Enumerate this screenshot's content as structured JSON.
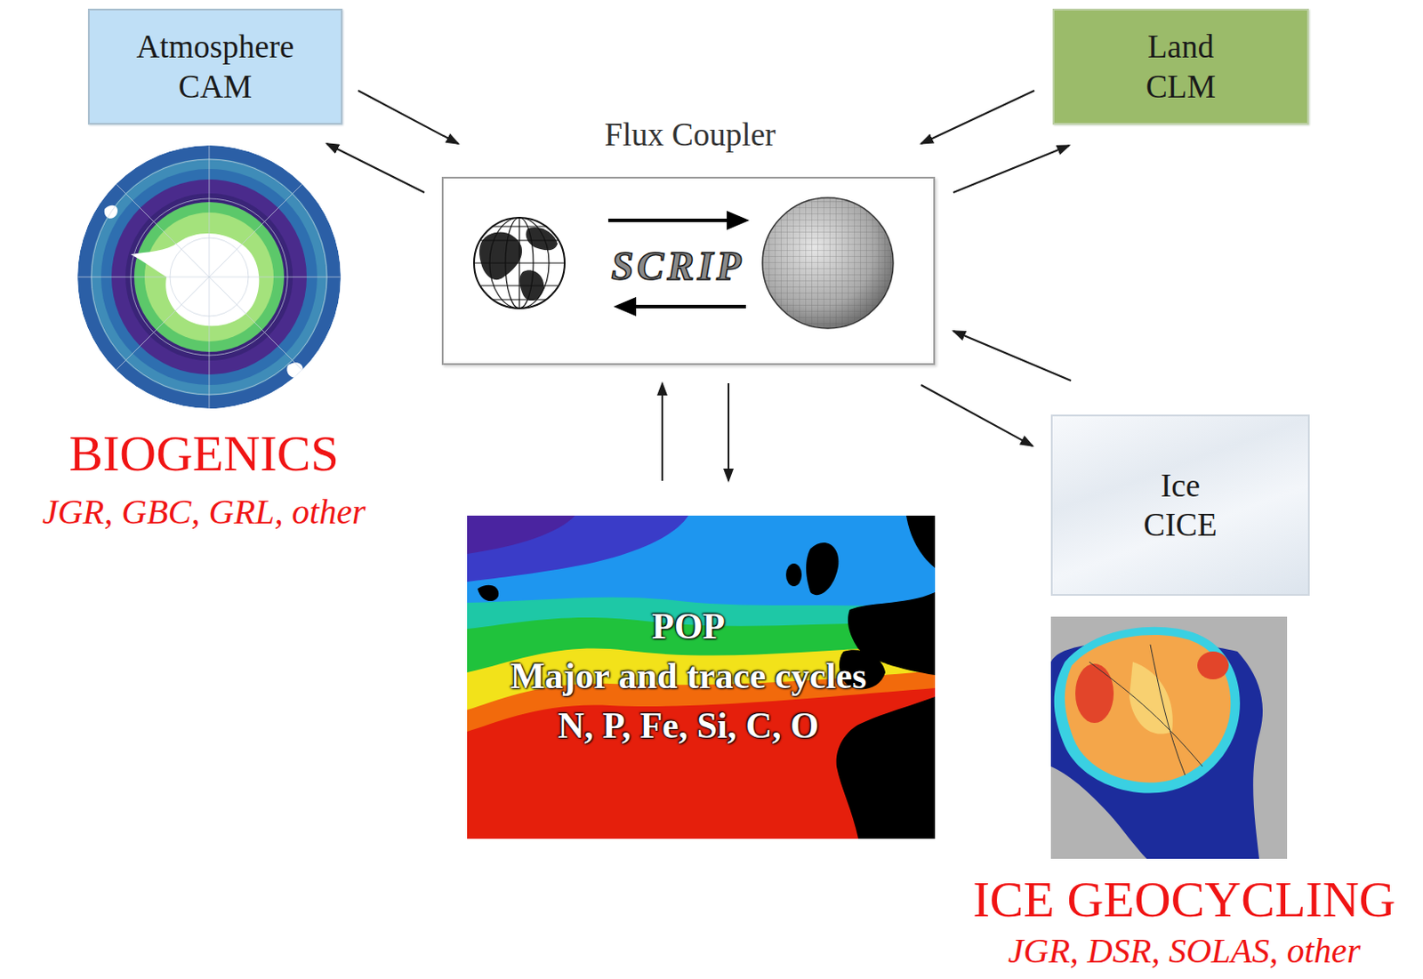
{
  "diagram": {
    "nodes": [
      {
        "text": [
          "Atmosphere CAM"
        ]
      },
      {
        "text": [
          "Land CLM"
        ]
      },
      {
        "text": [
          "Flux Coupler",
          "SCRIP"
        ]
      },
      {
        "text": [
          "POP",
          "Major and trace cycles N, P, Fe, Si, C, O"
        ]
      },
      {
        "text": [
          "Ice CICE"
        ]
      }
    ],
    "edges": [
      {
        "from": 0,
        "to": 2,
        "arrow": "to"
      },
      {
        "from": 2,
        "to": 0,
        "arrow": "to"
      },
      {
        "from": 1,
        "to": 2,
        "arrow": "to"
      },
      {
        "from": 2,
        "to": 1,
        "arrow": "to"
      },
      {
        "from": 3,
        "to": 2,
        "arrow": "to"
      },
      {
        "from": 2,
        "to": 3,
        "arrow": "to"
      },
      {
        "from": 4,
        "to": 2,
        "arrow": "to"
      },
      {
        "from": 2,
        "to": 4,
        "arrow": "to"
      }
    ],
    "labels": [
      "BIOGENICS",
      "JGR, GBC, GRL, other",
      "ICE GEOCYCLING",
      "JGR, DSR, SOLAS, other"
    ]
  }
}
